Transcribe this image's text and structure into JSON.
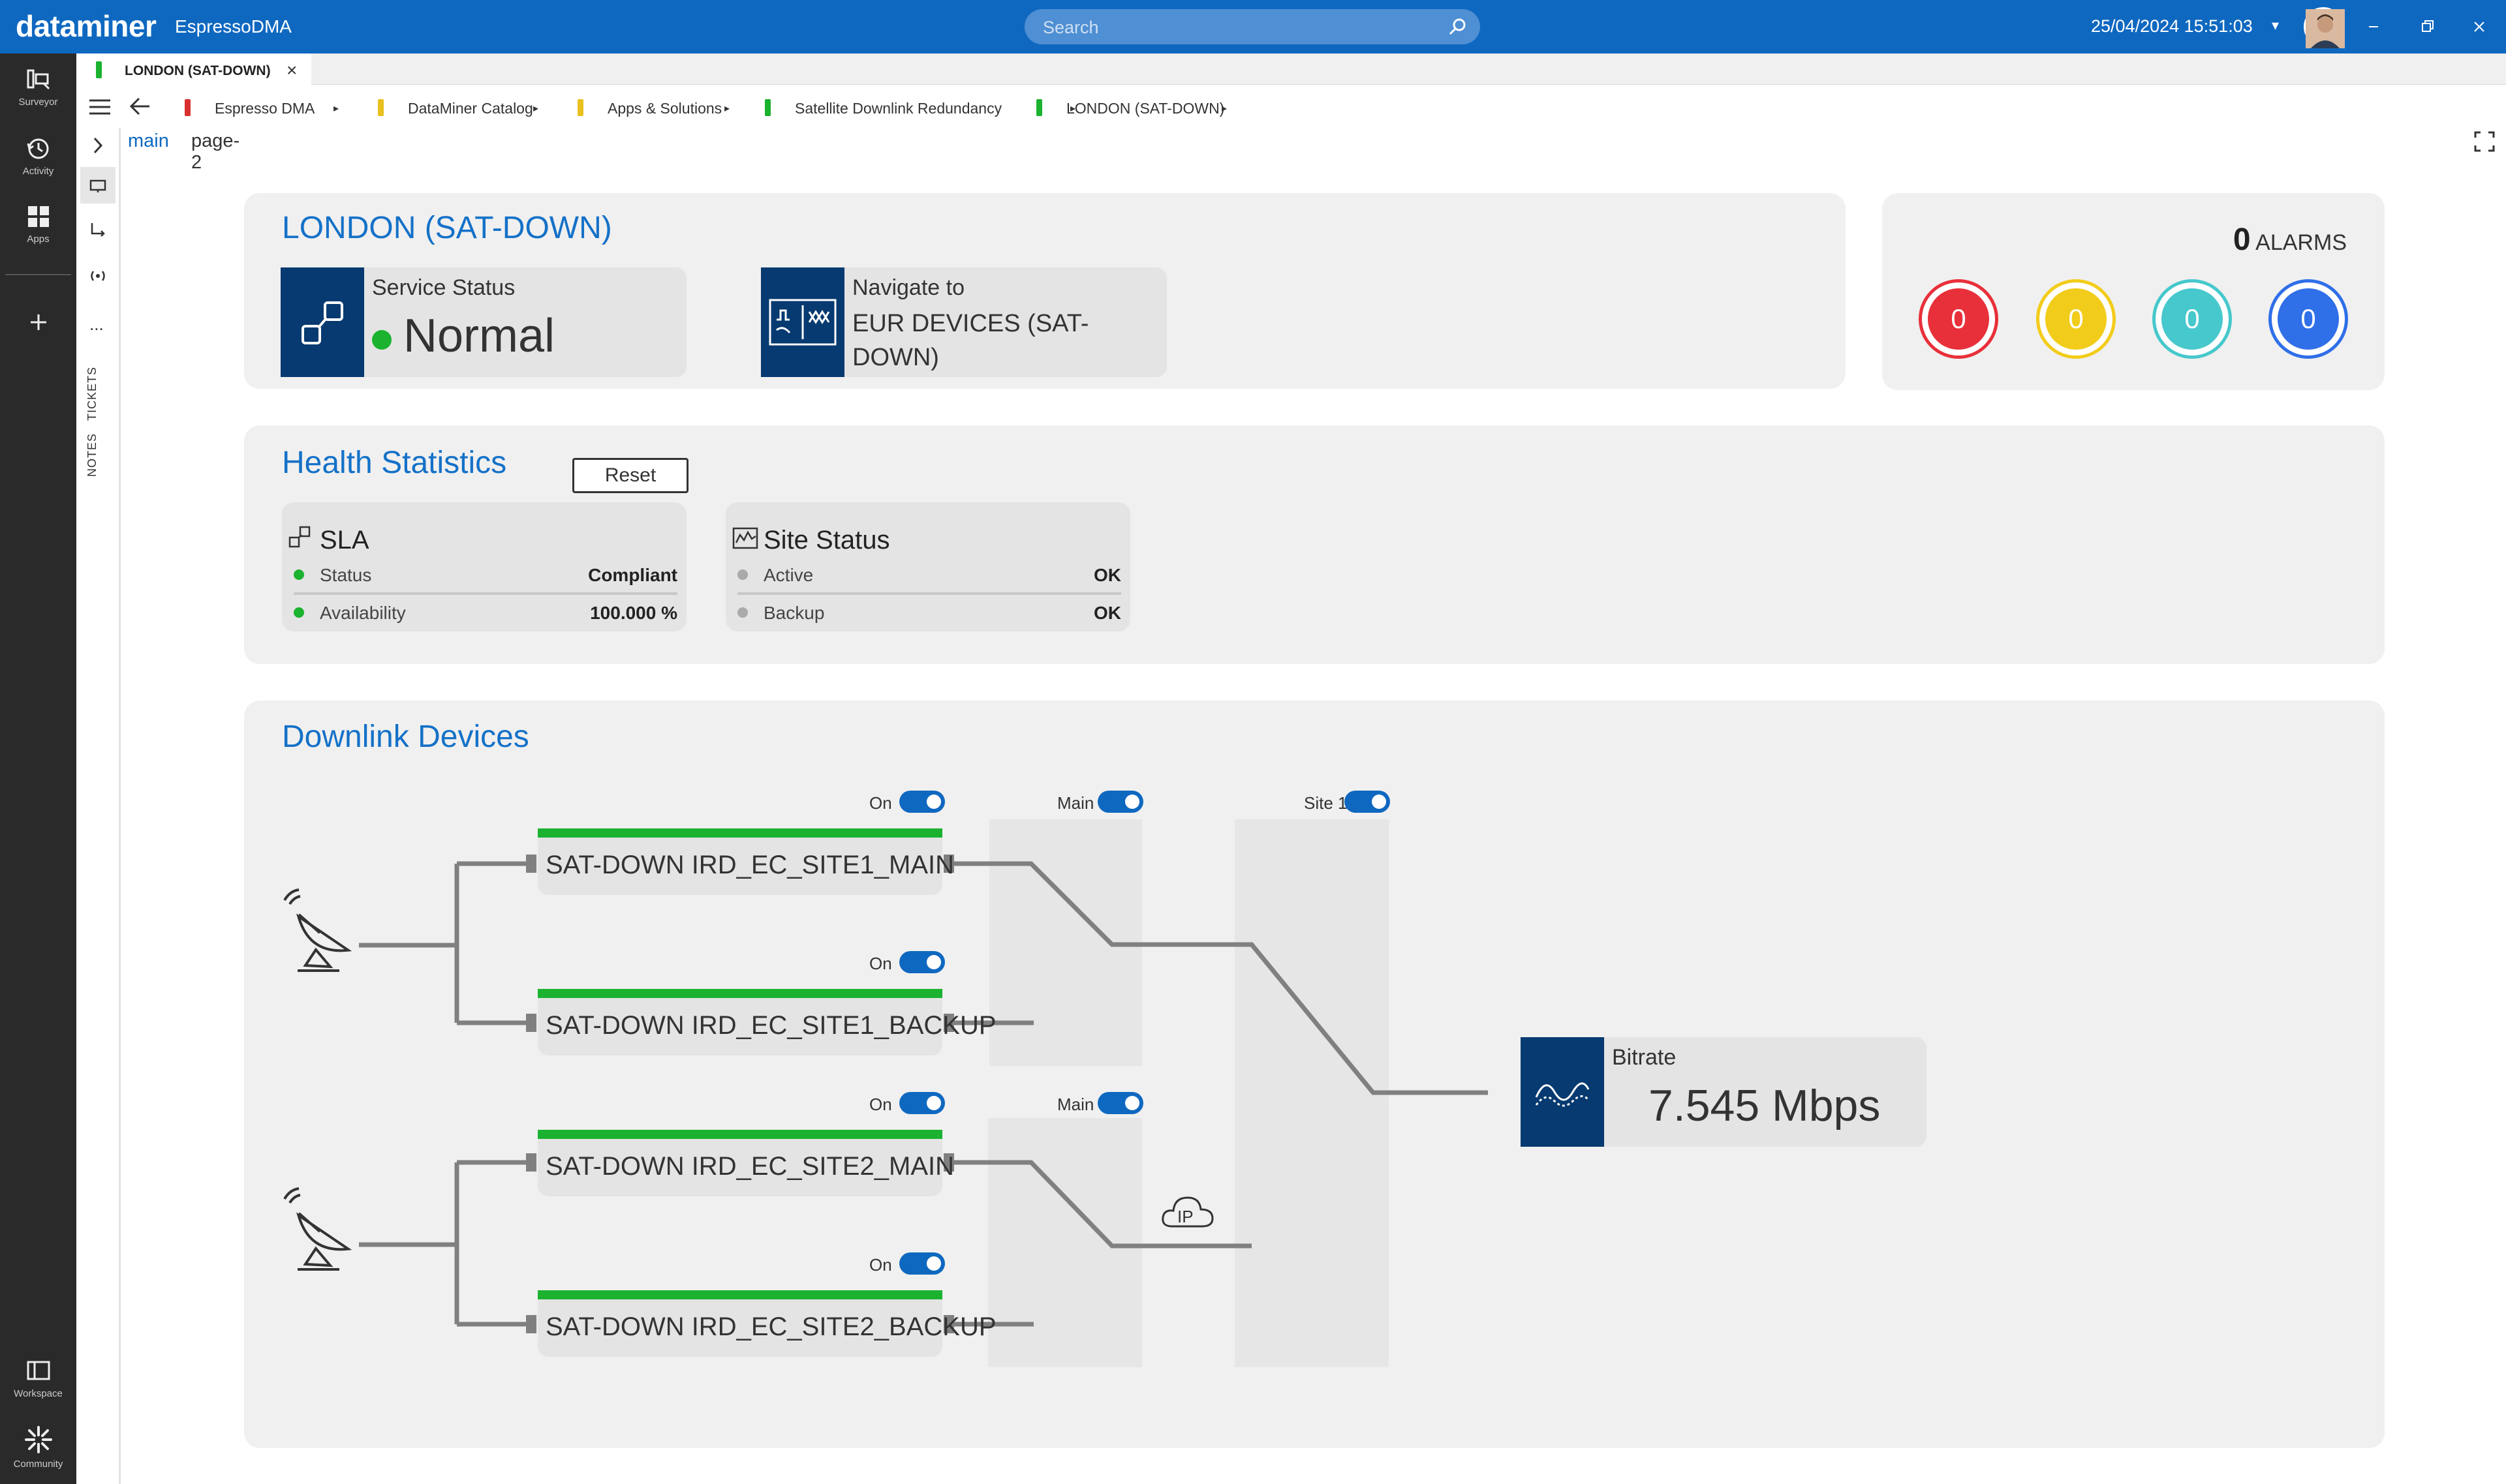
{
  "app": {
    "brand": "dataminer",
    "name": "EspressoDMA",
    "search_placeholder": "Search",
    "datetime": "25/04/2024 15:51:03"
  },
  "rail": {
    "surveyor": "Surveyor",
    "activity": "Activity",
    "apps": "Apps",
    "workspace": "Workspace",
    "community": "Community"
  },
  "tab": {
    "label": "LONDON (SAT-DOWN)"
  },
  "breadcrumbs": [
    {
      "label": "Espresso DMA",
      "color": "#d93030"
    },
    {
      "label": "DataMiner Catalog",
      "color": "#e8c020"
    },
    {
      "label": "Apps & Solutions",
      "color": "#e8c020"
    },
    {
      "label": "Satellite Downlink Redundancy",
      "color": "#1bb230"
    },
    {
      "label": "LONDON (SAT-DOWN)",
      "color": "#1bb230"
    }
  ],
  "toolstrip": {
    "more": "...",
    "tickets": "TICKETS",
    "notes": "NOTES"
  },
  "pagetabs": {
    "main": "main",
    "page2": "page-2"
  },
  "service": {
    "title": "LONDON (SAT-DOWN)",
    "status_caption": "Service Status",
    "status_value": "Normal",
    "nav_caption": "Navigate to",
    "nav_target_line1": "EUR DEVICES (SAT-",
    "nav_target_line2": "DOWN)"
  },
  "alarms": {
    "count": "0",
    "label": "ALARMS",
    "severities": [
      {
        "name": "critical",
        "value": "0",
        "color": "#e8303a"
      },
      {
        "name": "major",
        "value": "0",
        "color": "#f2cc1a"
      },
      {
        "name": "minor",
        "value": "0",
        "color": "#46c8cc"
      },
      {
        "name": "warning",
        "value": "0",
        "color": "#2f6fe8"
      }
    ]
  },
  "health": {
    "title": "Health Statistics",
    "reset_label": "Reset",
    "sla": {
      "title": "SLA",
      "rows": [
        {
          "label": "Status",
          "value": "Compliant"
        },
        {
          "label": "Availability",
          "value": "100.000 %"
        }
      ]
    },
    "site": {
      "title": "Site Status",
      "rows": [
        {
          "label": "Active",
          "value": "OK"
        },
        {
          "label": "Backup",
          "value": "OK"
        }
      ]
    }
  },
  "downlink": {
    "title": "Downlink Devices",
    "devices": [
      {
        "label": "SAT-DOWN IRD_EC_SITE1_MAIN",
        "toggle": "On"
      },
      {
        "label": "SAT-DOWN IRD_EC_SITE1_BACKUP",
        "toggle": "On"
      },
      {
        "label": "SAT-DOWN IRD_EC_SITE2_MAIN",
        "toggle": "On"
      },
      {
        "label": "SAT-DOWN IRD_EC_SITE2_BACKUP",
        "toggle": "On"
      }
    ],
    "switch1_label": "Main",
    "switch2_label": "Main",
    "site_switch_label": "Site 1",
    "ip_label": "IP",
    "bitrate_caption": "Bitrate",
    "bitrate_value": "7.545 Mbps"
  }
}
